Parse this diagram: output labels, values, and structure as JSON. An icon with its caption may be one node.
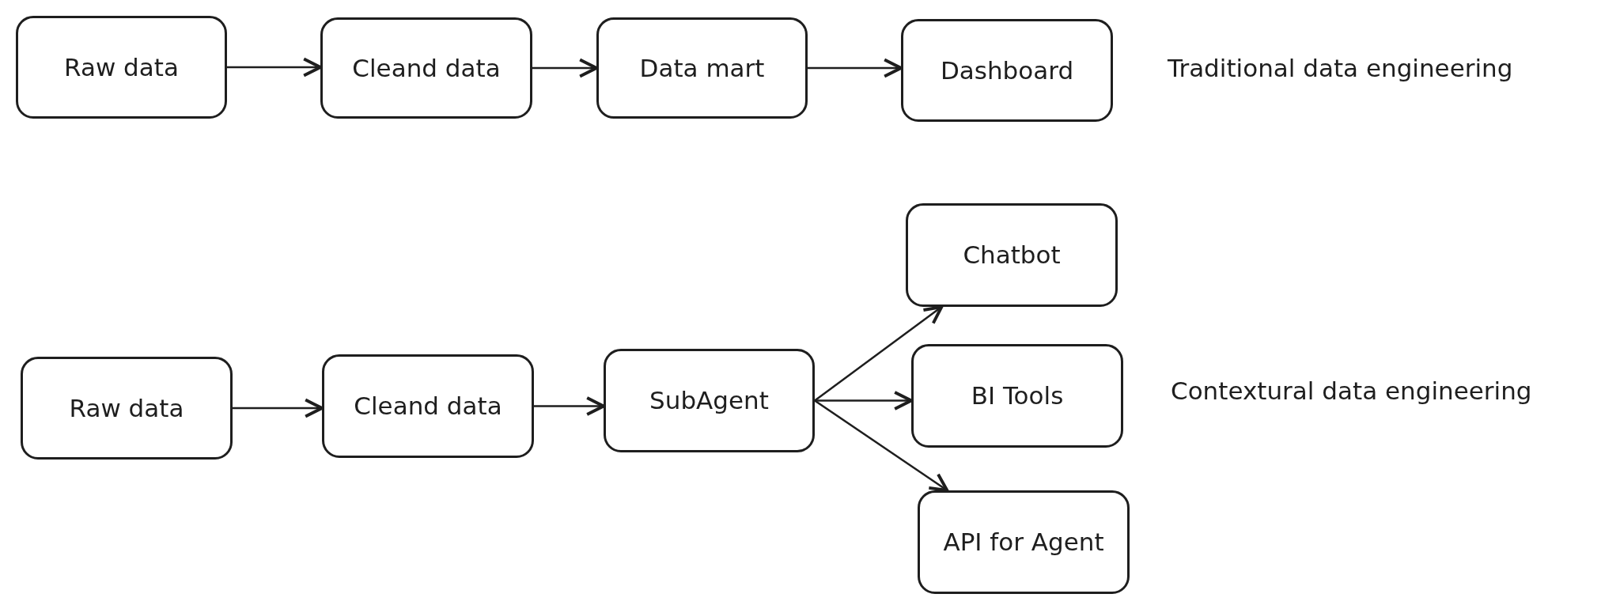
{
  "diagram": {
    "nodes": [
      {
        "text": [
          "Raw data"
        ]
      },
      {
        "text": [
          "Cleand data"
        ]
      },
      {
        "text": [
          "Data mart"
        ]
      },
      {
        "text": [
          "Dashboard"
        ]
      },
      {
        "text": [
          "Raw data"
        ]
      },
      {
        "text": [
          "Cleand data"
        ]
      },
      {
        "text": [
          "SubAgent"
        ]
      },
      {
        "text": [
          "Chatbot"
        ]
      },
      {
        "text": [
          "BI Tools"
        ]
      },
      {
        "text": [
          "API for Agent"
        ]
      }
    ],
    "edges": [
      {
        "from": 0,
        "to": 1,
        "arrow": "to"
      },
      {
        "from": 1,
        "to": 2,
        "arrow": "to"
      },
      {
        "from": 2,
        "to": 3,
        "arrow": "to"
      },
      {
        "from": 4,
        "to": 5,
        "arrow": "to"
      },
      {
        "from": 5,
        "to": 6,
        "arrow": "to"
      },
      {
        "from": 6,
        "to": 7,
        "arrow": "to"
      },
      {
        "from": 6,
        "to": 8,
        "arrow": "to"
      },
      {
        "from": 6,
        "to": 9,
        "arrow": "to"
      }
    ],
    "labels": [
      "Traditional data engineering",
      "Contextural data engineering"
    ]
  }
}
